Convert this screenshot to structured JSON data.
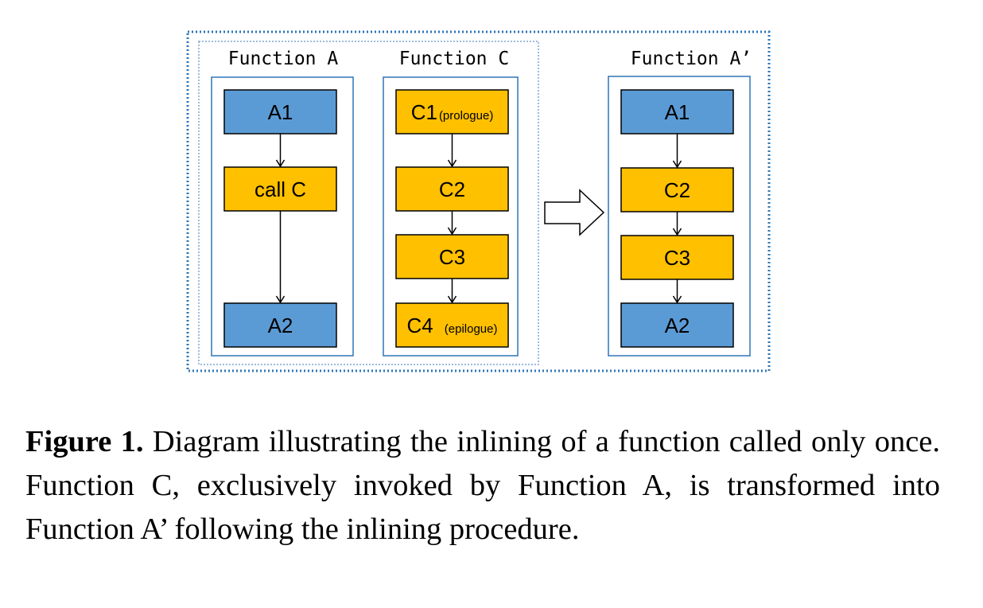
{
  "diagram": {
    "function_a": {
      "title": "Function A",
      "nodes": [
        "A1",
        "call C",
        "A2"
      ]
    },
    "function_c": {
      "title": "Function C",
      "nodes": [
        {
          "label": "C1",
          "note": "(prologue)"
        },
        {
          "label": "C2",
          "note": ""
        },
        {
          "label": "C3",
          "note": ""
        },
        {
          "label": "C4",
          "note": "(epilogue)"
        }
      ]
    },
    "function_a_prime": {
      "title": "Function A’",
      "nodes": [
        "A1",
        "C2",
        "C3",
        "A2"
      ]
    },
    "colors": {
      "caller": "#5b9bd5",
      "callee": "#ffc000",
      "frame": "#2e75b6",
      "outline": "#000000"
    }
  },
  "caption": {
    "label": "Figure 1.",
    "text": "Diagram illustrating the inlining of a function called only once. Function C, exclusively invoked by Function A, is transformed into Function A’ following the inlining procedure."
  }
}
